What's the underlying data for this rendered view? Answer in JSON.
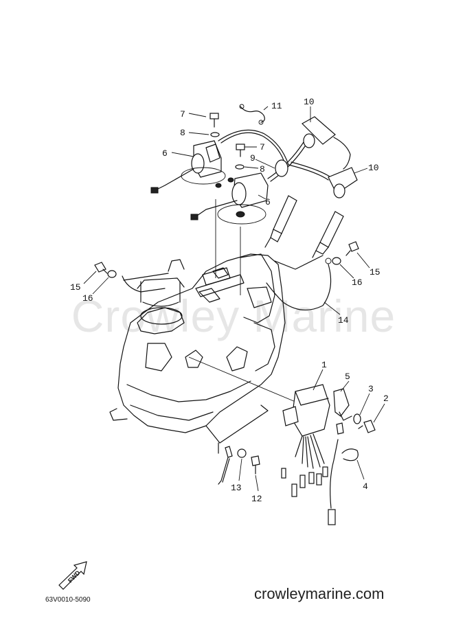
{
  "watermark": "Crowley Marine",
  "drawing_code": "63V0010-5090",
  "site_url": "crowleymarine.com",
  "fwd_arrow_label": "FWD",
  "callouts": {
    "c1": "1",
    "c2": "2",
    "c3": "3",
    "c4": "4",
    "c5": "5",
    "c6a": "6",
    "c6b": "6",
    "c7a": "7",
    "c7b": "7",
    "c8a": "8",
    "c8b": "8",
    "c9": "9",
    "c10a": "10",
    "c10b": "10",
    "c11": "11",
    "c12": "12",
    "c13": "13",
    "c14": "14",
    "c15a": "15",
    "c15b": "15",
    "c16a": "16",
    "c16b": "16"
  }
}
